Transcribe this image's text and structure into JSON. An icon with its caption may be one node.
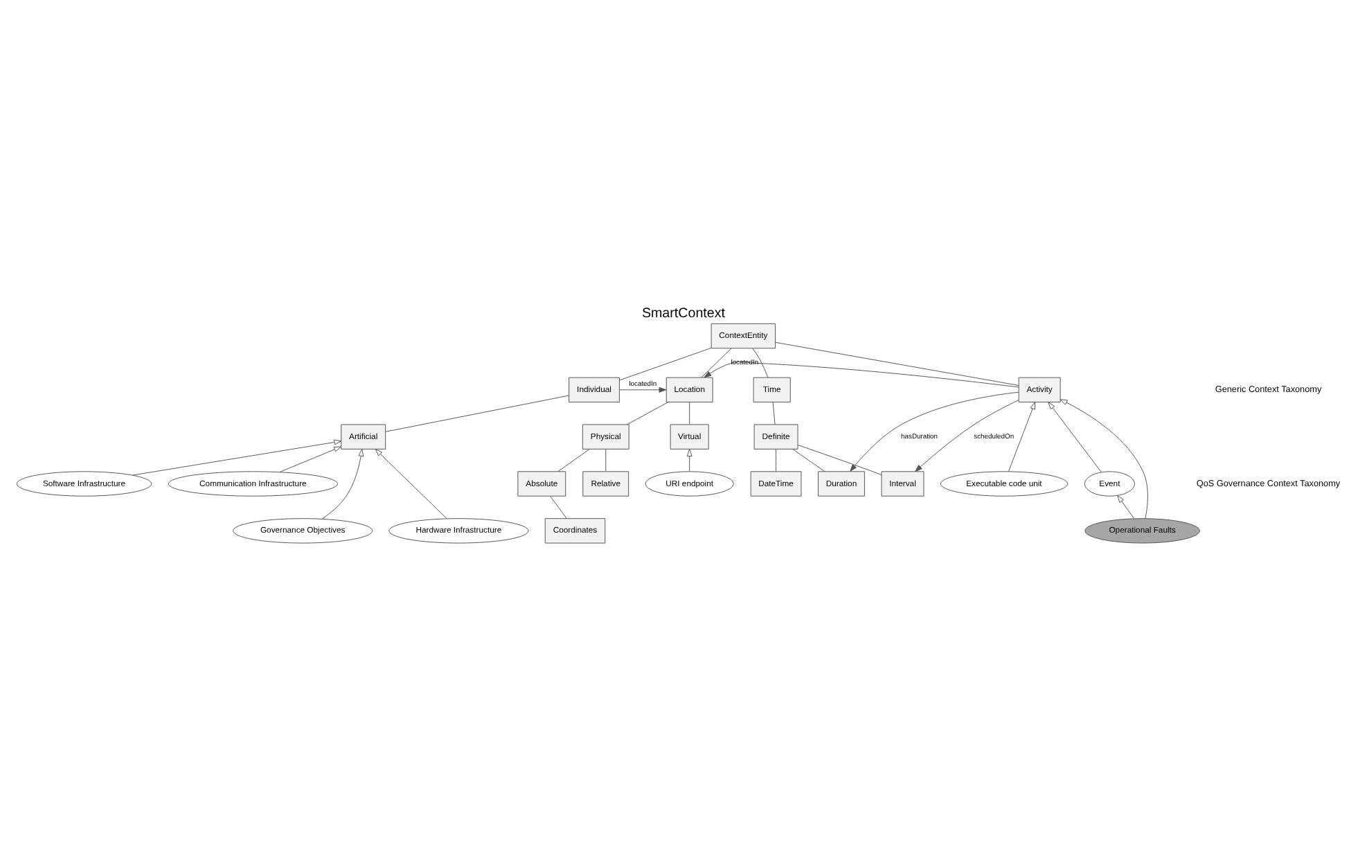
{
  "diagram": {
    "title": "SmartContext",
    "nodes": [
      {
        "text": [
          "ContextEntity"
        ]
      },
      {
        "text": [
          "Individual"
        ]
      },
      {
        "text": [
          "Location"
        ]
      },
      {
        "text": [
          "Time"
        ]
      },
      {
        "text": [
          "Activity"
        ]
      },
      {
        "text": [
          "Artificial"
        ]
      },
      {
        "text": [
          "Physical"
        ]
      },
      {
        "text": [
          "Virtual"
        ]
      },
      {
        "text": [
          "Definite"
        ]
      },
      {
        "text": [
          "Absolute"
        ]
      },
      {
        "text": [
          "Relative"
        ]
      },
      {
        "text": [
          "DateTime"
        ]
      },
      {
        "text": [
          "Duration"
        ]
      },
      {
        "text": [
          "Interval"
        ]
      },
      {
        "text": [
          "Coordinates"
        ]
      },
      {
        "text": [
          "Software Infrastructure"
        ]
      },
      {
        "text": [
          "Communication Infrastructure"
        ]
      },
      {
        "text": [
          "Governance Objectives"
        ]
      },
      {
        "text": [
          "Hardware Infrastructure"
        ]
      },
      {
        "text": [
          "URI endpoint"
        ]
      },
      {
        "text": [
          "Executable code unit"
        ]
      },
      {
        "text": [
          "Event"
        ]
      },
      {
        "text": [
          "Operational Faults"
        ]
      }
    ],
    "edges": [
      {
        "from": 0,
        "to": 1,
        "arrow": "none"
      },
      {
        "from": 0,
        "to": 2,
        "arrow": "none"
      },
      {
        "from": 0,
        "to": 3,
        "arrow": "none"
      },
      {
        "from": 0,
        "to": 4,
        "arrow": "none"
      },
      {
        "from": 1,
        "to": 5,
        "arrow": "none"
      },
      {
        "from": 1,
        "to": 2,
        "arrow": "to",
        "label": "locatedIn"
      },
      {
        "from": 4,
        "to": 2,
        "arrow": "to",
        "label": "locatedIn"
      },
      {
        "from": 2,
        "to": 6,
        "arrow": "none"
      },
      {
        "from": 2,
        "to": 7,
        "arrow": "none"
      },
      {
        "from": 3,
        "to": 8,
        "arrow": "none"
      },
      {
        "from": 6,
        "to": 9,
        "arrow": "none"
      },
      {
        "from": 6,
        "to": 10,
        "arrow": "none"
      },
      {
        "from": 8,
        "to": 11,
        "arrow": "none"
      },
      {
        "from": 8,
        "to": 12,
        "arrow": "none"
      },
      {
        "from": 8,
        "to": 13,
        "arrow": "none"
      },
      {
        "from": 4,
        "to": 12,
        "arrow": "to",
        "label": "hasDuration"
      },
      {
        "from": 4,
        "to": 13,
        "arrow": "to",
        "label": "scheduledOn"
      },
      {
        "from": 9,
        "to": 14,
        "arrow": "none"
      },
      {
        "from": 15,
        "to": 5,
        "arrow": "to"
      },
      {
        "from": 16,
        "to": 5,
        "arrow": "to"
      },
      {
        "from": 17,
        "to": 5,
        "arrow": "to"
      },
      {
        "from": 18,
        "to": 5,
        "arrow": "to"
      },
      {
        "from": 19,
        "to": 7,
        "arrow": "to"
      },
      {
        "from": 20,
        "to": 4,
        "arrow": "to"
      },
      {
        "from": 21,
        "to": 4,
        "arrow": "to"
      },
      {
        "from": 22,
        "to": 4,
        "arrow": "to"
      },
      {
        "from": 22,
        "to": 21,
        "arrow": "to"
      }
    ],
    "labels": [
      "Generic Context Taxonomy",
      "QoS Governance Context Taxonomy"
    ]
  }
}
